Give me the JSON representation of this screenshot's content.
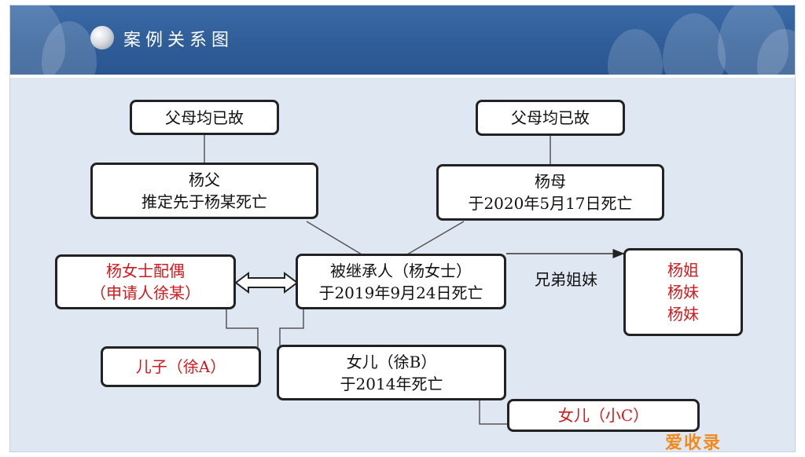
{
  "slide": {
    "title": "案例关系图",
    "watermark": "爱收录"
  },
  "nodes": {
    "grandparents_left": [
      "父母均已故"
    ],
    "grandparents_right": [
      "父母均已故"
    ],
    "father": [
      "杨父",
      "推定先于杨某死亡"
    ],
    "mother": [
      "杨母",
      "于2020年5月17日死亡"
    ],
    "spouse": [
      "杨女士配偶",
      "（申请人徐某）"
    ],
    "decedent": [
      "被继承人（杨女士）",
      "于2019年9月24日死亡"
    ],
    "siblings": [
      "杨姐",
      "杨妹",
      "杨妹"
    ],
    "son": [
      "儿子（徐A）"
    ],
    "daughter": [
      "女儿（徐B）",
      "于2014年死亡"
    ],
    "granddaughter": [
      "女儿（小C）"
    ]
  },
  "labels": {
    "siblings_edge": "兄弟姐妹"
  },
  "colors": {
    "banner": "#2f5d98",
    "slide_bg": "#dfe7f2",
    "red_text": "#d0191c",
    "watermark": "#f08a1c"
  }
}
